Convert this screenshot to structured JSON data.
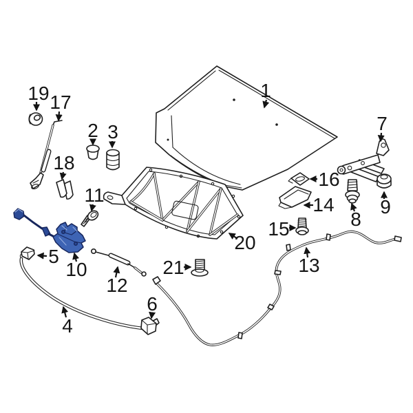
{
  "diagram": {
    "type": "exploded-parts-diagram",
    "subject": "hood-and-components",
    "background": "#ffffff",
    "line_color": "#1e1e1e",
    "highlighted_part": "10",
    "highlight_colors": {
      "fill": "#3e64b4",
      "dark": "#2b4a96",
      "stroke": "#17265c",
      "light": "#8fa8dc"
    }
  },
  "callouts": {
    "c1": {
      "label": "1",
      "part": "hood-panel"
    },
    "c2": {
      "label": "2",
      "part": "plug"
    },
    "c3": {
      "label": "3",
      "part": "overslam-bumper"
    },
    "c4": {
      "label": "4",
      "part": "hood-front-seal"
    },
    "c5": {
      "label": "5",
      "part": "clip"
    },
    "c6": {
      "label": "6",
      "part": "clip"
    },
    "c7": {
      "label": "7",
      "part": "hood-hinge"
    },
    "c8": {
      "label": "8",
      "part": "hinge-bolt"
    },
    "c9": {
      "label": "9",
      "part": "grommet"
    },
    "c10": {
      "label": "10",
      "part": "hood-latch"
    },
    "c11": {
      "label": "11",
      "part": "latch-bolt"
    },
    "c12": {
      "label": "12",
      "part": "latch-release-cable"
    },
    "c13": {
      "label": "13",
      "part": "hood-release-cable"
    },
    "c14": {
      "label": "14",
      "part": "bracket"
    },
    "c15": {
      "label": "15",
      "part": "bolt"
    },
    "c16": {
      "label": "16",
      "part": "clip"
    },
    "c17": {
      "label": "17",
      "part": "hood-support-rod"
    },
    "c18": {
      "label": "18",
      "part": "pad"
    },
    "c19": {
      "label": "19",
      "part": "support-rod-grommet"
    },
    "c20": {
      "label": "20",
      "part": "hood-insulator-pad"
    },
    "c21": {
      "label": "21",
      "part": "stud"
    }
  }
}
